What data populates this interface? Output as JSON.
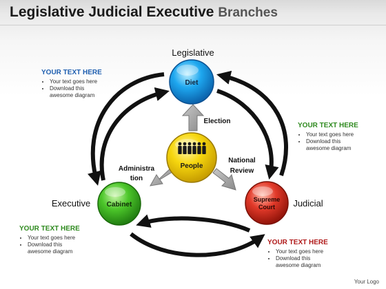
{
  "title": {
    "main": "Legislative Judicial Executive",
    "sub": "Branches"
  },
  "nodes": {
    "diet": "Diet",
    "people": "People",
    "cabinet": "Cabinet",
    "court_line1": "Supreme",
    "court_line2": "Court"
  },
  "labels": {
    "legislative": "Legislative",
    "executive": "Executive",
    "judicial": "Judicial",
    "election": "Election",
    "admin_line1": "Administra",
    "admin_line2": "tion",
    "review_line1": "National",
    "review_line2": "Review"
  },
  "callouts": [
    {
      "heading": "YOUR TEXT HERE",
      "bullets": [
        "Your text goes here",
        "Download this awesome diagram"
      ],
      "color": "#1f5fb0"
    },
    {
      "heading": "YOUR TEXT HERE",
      "bullets": [
        "Your text goes here",
        "Download this awesome diagram"
      ],
      "color": "#2f8a1f"
    },
    {
      "heading": "YOUR TEXT HERE",
      "bullets": [
        "Your text goes here",
        "Download this awesome diagram"
      ],
      "color": "#2f8a1f"
    },
    {
      "heading": "YOUR TEXT HERE",
      "bullets": [
        "Your text goes here",
        "Download this awesome diagram"
      ],
      "color": "#b01a1a"
    }
  ],
  "logo": "Your Logo",
  "colors": {
    "diet": "#1ea7ef",
    "people": "#f7d70f",
    "cabinet": "#4cc62a",
    "court": "#e23a2a",
    "arrow": "#111111"
  }
}
